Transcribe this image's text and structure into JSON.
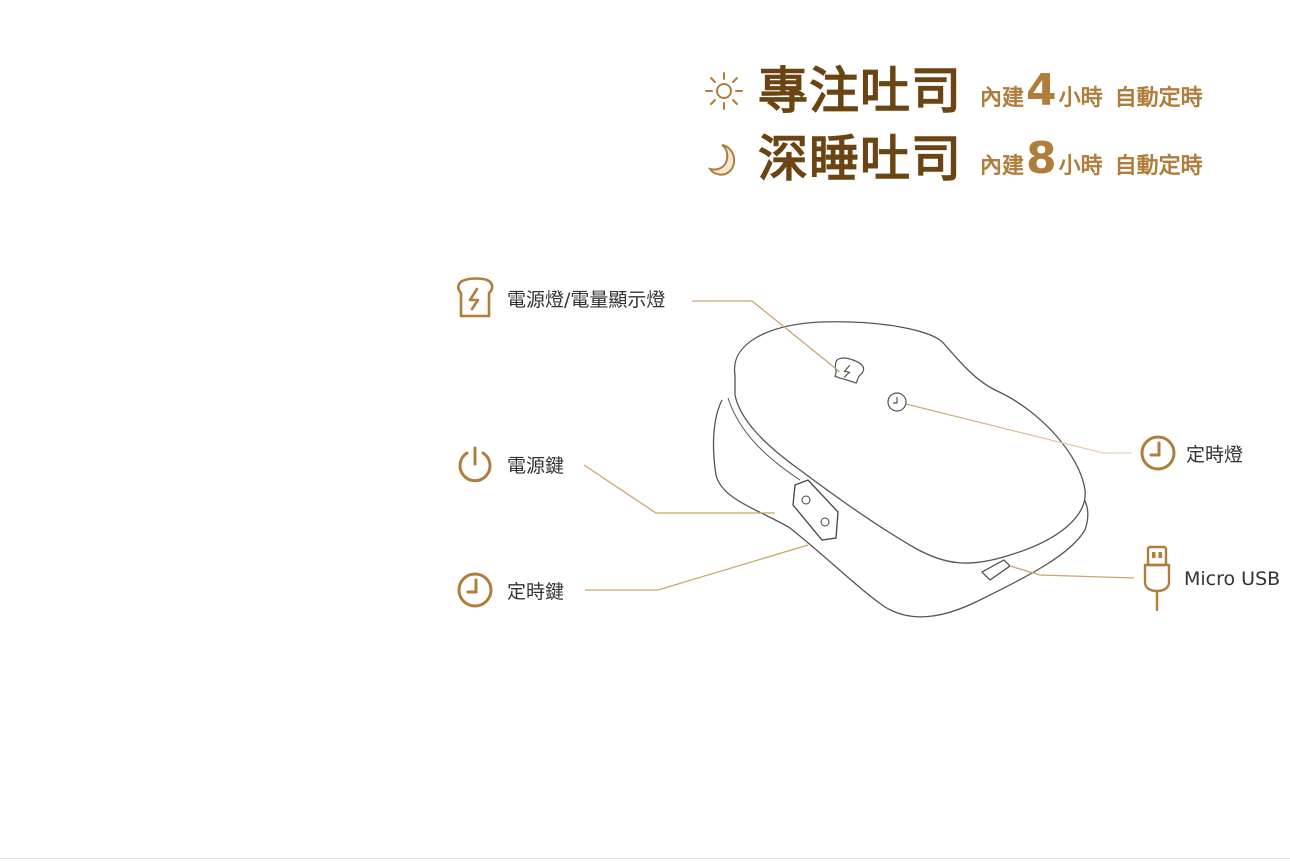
{
  "modes": [
    {
      "icon": "sun-icon",
      "name": "專注吐司",
      "prefix": "內建",
      "hours": "4",
      "unit": "小時",
      "auto": "自動定時"
    },
    {
      "icon": "moon-icon",
      "name": "深睡吐司",
      "prefix": "內建",
      "hours": "8",
      "unit": "小時",
      "auto": "自動定時"
    }
  ],
  "callouts": {
    "power_indicator": {
      "label": "電源燈/電量顯示燈",
      "icon": "toast-lightning-icon"
    },
    "power_button": {
      "label": "電源鍵",
      "icon": "power-icon"
    },
    "timer_button": {
      "label": "定時鍵",
      "icon": "clock-icon"
    },
    "timer_indicator": {
      "label": "定時燈",
      "icon": "clock-icon"
    },
    "usb_port": {
      "label": "Micro USB",
      "icon": "usb-plug-icon"
    }
  },
  "colors": {
    "accent": "#b07e3c",
    "title": "#6b4413",
    "line": "#c9a66b",
    "device_outline": "#555555"
  }
}
